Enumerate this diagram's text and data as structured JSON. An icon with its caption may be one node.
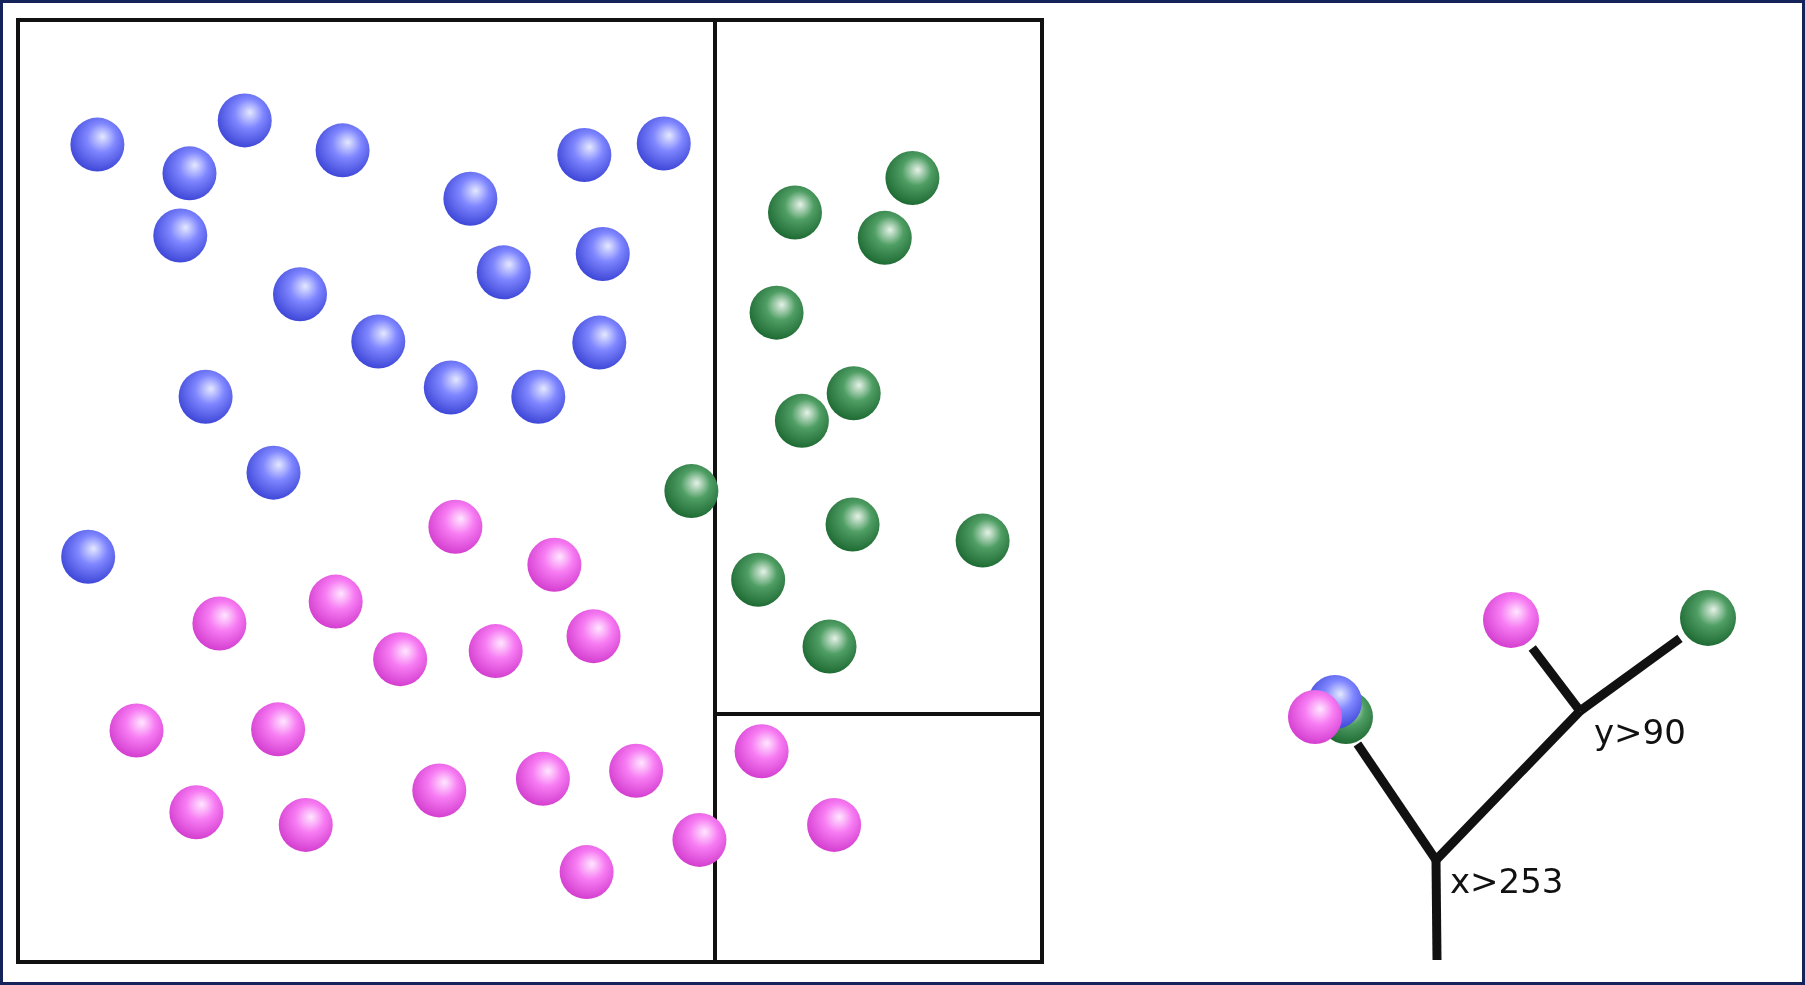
{
  "diagram": {
    "nodes": [
      {
        "text": [
          "x>253"
        ]
      },
      {
        "text": [],
        "shape": "picture"
      },
      {
        "text": [
          "y>90"
        ]
      },
      {
        "text": [],
        "shape": "circle"
      },
      {
        "text": [],
        "shape": "circle"
      }
    ],
    "edges": [
      {
        "from": null,
        "to": 0,
        "arrow": "none"
      },
      {
        "from": 0,
        "to": 1,
        "arrow": "none"
      },
      {
        "from": 0,
        "to": 2,
        "arrow": "none"
      },
      {
        "from": 2,
        "to": 3,
        "arrow": "none"
      },
      {
        "from": 2,
        "to": 4,
        "arrow": "none"
      }
    ]
  }
}
